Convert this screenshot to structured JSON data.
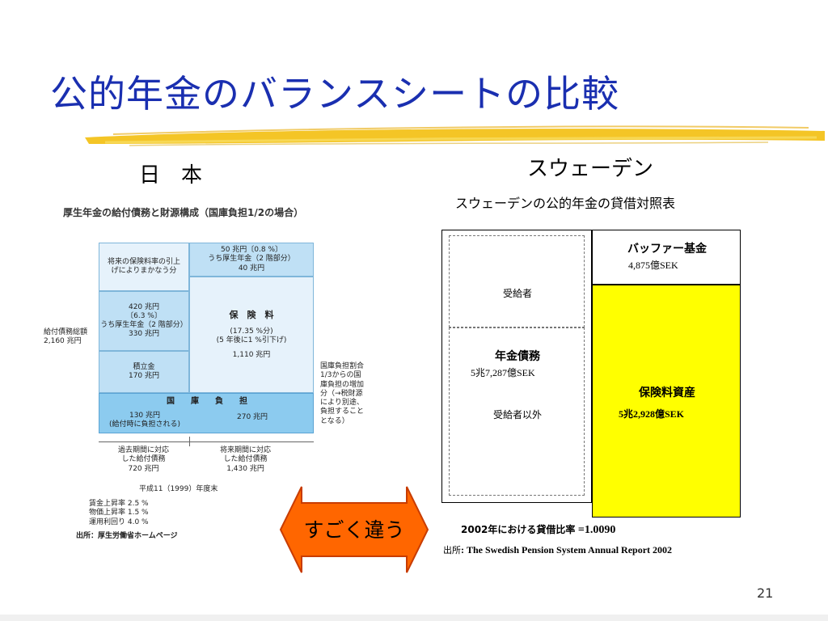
{
  "slide": {
    "title": "公的年金のバランスシートの比較",
    "page_number": "21"
  },
  "japan": {
    "heading": "日　本",
    "fig_title": "厚生年金の給付債務と財源構成（国庫負担1/2の場合）",
    "total_label_1": "給付債務総額",
    "total_label_2": "2,160 兆円",
    "box_future_rate_1": "将来の保険料率の引上",
    "box_future_rate_2": "げによりまかなう分",
    "box_50_1": "50 兆円〔0.8 %〕",
    "box_50_2": "うち厚生年金（2 階部分）",
    "box_50_3": "40 兆円",
    "box_420_1": "420 兆円",
    "box_420_2": "〔6.3 %〕",
    "box_420_3": "うち厚生年金（2 階部分）",
    "box_420_4": "330 兆円",
    "premium_title": "保　険　料",
    "premium_1": "(17.35 %分)",
    "premium_2": "(5 年後に1 %引下げ)",
    "premium_3": "1,110 兆円",
    "reserve_1": "積立金",
    "reserve_2": "170 兆円",
    "treasury_title": "国　　庫　　負　　担",
    "treasury_left_1": "130 兆円",
    "treasury_left_2": "(給付時に負担される)",
    "treasury_right": "270 兆円",
    "side_note": "国庫負担割合1/3からの国庫負担の増加分（→税財源により別途、負担することとなる）",
    "past_1": "過去期間に対応",
    "past_2": "した給付債務",
    "past_3": "720 兆円",
    "future_1": "将来期間に対応",
    "future_2": "した給付債務",
    "future_3": "1,430 兆円",
    "fiscal_year": "平成11（1999）年度末",
    "assumption_1": "賃金上昇率 2.5 %",
    "assumption_2": "物価上昇率 1.5 %",
    "assumption_3": "運用利回り 4.0 %",
    "source": "出所：厚生労働省ホームページ"
  },
  "arrow_text": "すごく違う",
  "sweden": {
    "heading": "スウェーデン",
    "subtitle": "スウェーデンの公的年金の貸借対照表",
    "recipients": "受給者",
    "pension_debt": "年金債務",
    "pension_debt_value": "5兆7,287億SEK",
    "non_recipients": "受給者以外",
    "buffer_fund": "バッファー基金",
    "buffer_fund_value": "4,875億SEK",
    "premium_assets": "保険料資産",
    "premium_assets_value": "5兆2,928億SEK",
    "ratio_label": "2002年における貸借比率",
    "ratio_value": "=1.0090",
    "source_label": "出所",
    "source_text": ": The Swedish Pension System Annual Report 2002"
  },
  "colors": {
    "title": "#1a2fb0",
    "highlight_yellow": "#ffff00",
    "arrow_orange": "#ff6600",
    "brush_yellow": "#f3c21a"
  }
}
